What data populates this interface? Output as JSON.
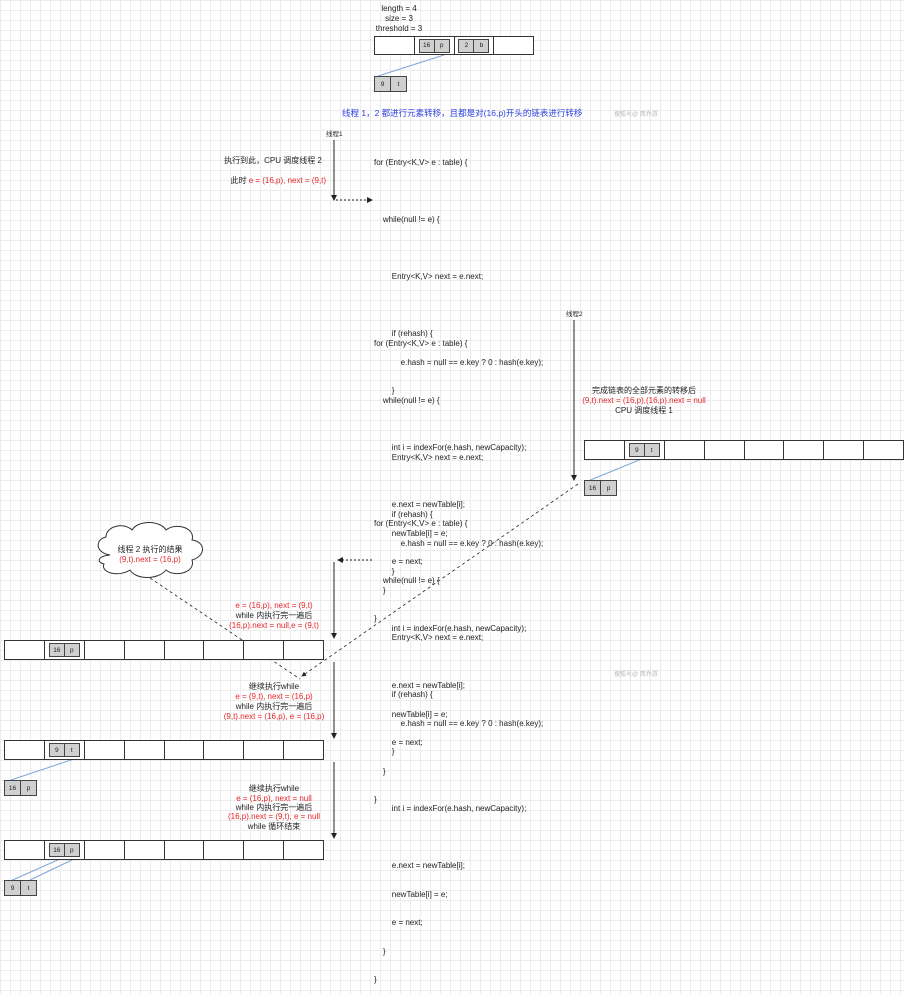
{
  "top": {
    "length": "length = 4",
    "size": "size = 3",
    "threshold": "threshold = 3",
    "node_16p": [
      "16",
      "p"
    ],
    "node_2b": [
      "2",
      "b"
    ],
    "node_9t": [
      "9",
      "t"
    ]
  },
  "banner": "线程 1，2 都进行元素转移，且都是对(16,p)开头的链表进行转移",
  "watermark": "搜狐号@ 西乔游",
  "thread1": {
    "label": "线程1",
    "note_line1": "执行到此，CPU 调度线程 2",
    "note_line2_prefix": "此时 ",
    "note_line2_red": "e = (16,p), next = (9,t)"
  },
  "thread2": {
    "label": "线程2",
    "note_line1": "完成链表的全部元素的转移后",
    "note_line2": "(9,t).next = (16,p),(16,p).next = null",
    "note_line3": "CPU 调度线程 1",
    "node_9t": [
      "9",
      "t"
    ],
    "node_16p": [
      "16",
      "p"
    ]
  },
  "code": [
    "for (Entry<K,V> e : table) {",
    "",
    "    while(null != e) {",
    "",
    "        Entry<K,V> next = e.next;",
    "",
    "        if (rehash) {",
    "            e.hash = null == e.key ? 0 : hash(e.key);",
    "        }",
    "",
    "        int i = indexFor(e.hash, newCapacity);",
    "",
    "        e.next = newTable[i];",
    "        newTable[i] = e;",
    "        e = next;",
    "    }",
    "}"
  ],
  "cloud": {
    "line1": "线程 2 执行的结果",
    "line2": "(9,t).next = (16,p)"
  },
  "step1": {
    "line1": "e = (16,p), next = (9,t)",
    "line2": "while 内执行完一遍后",
    "line3": "(16,p).next = null,e = (9,t)",
    "node_16p": [
      "16",
      "p"
    ]
  },
  "step2": {
    "line1": "继续执行while",
    "line2": "e = (9,t), next = (16,p)",
    "line3": "while 内执行完一遍后",
    "line4": "(9,t).next = (16,p), e = (16,p)",
    "node_9t": [
      "9",
      "t"
    ],
    "node_16p": [
      "16",
      "p"
    ]
  },
  "step3": {
    "line1": "继续执行while",
    "line2": "e = (16,p), next = null",
    "line3": "while 内执行完一遍后",
    "line4": "(16,p).next = (9,t), e = null",
    "line5": "while 循环结束",
    "node_16p": [
      "16",
      "p"
    ],
    "node_9t": [
      "9",
      "t"
    ]
  },
  "colors": {
    "highlight": "#e8262b",
    "banner": "#2c3fe0",
    "link": "#7da7d9",
    "node_fill": "#d0d0d0"
  }
}
